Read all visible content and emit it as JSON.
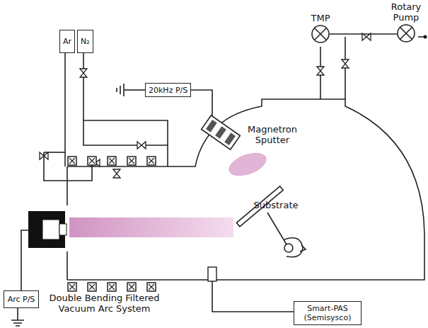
{
  "diagram": {
    "nodes": [
      {
        "text": [
          "TMP"
        ]
      },
      {
        "text": [
          "Rotary Pump"
        ]
      },
      {
        "text": [
          "Ar"
        ]
      },
      {
        "text": [
          "N₂"
        ]
      },
      {
        "text": [
          "20kHz P/S"
        ]
      },
      {
        "text": [
          "Arc P/S"
        ]
      },
      {
        "text": [
          "Smart-PAS (Semisysco)"
        ]
      }
    ],
    "edges": [
      {
        "from": 0,
        "to": 1,
        "arrow": "none"
      }
    ],
    "labels": [
      "Magnetron Sputter",
      "Substrate",
      "Double Bending Filtered Vacuum Arc System"
    ]
  }
}
